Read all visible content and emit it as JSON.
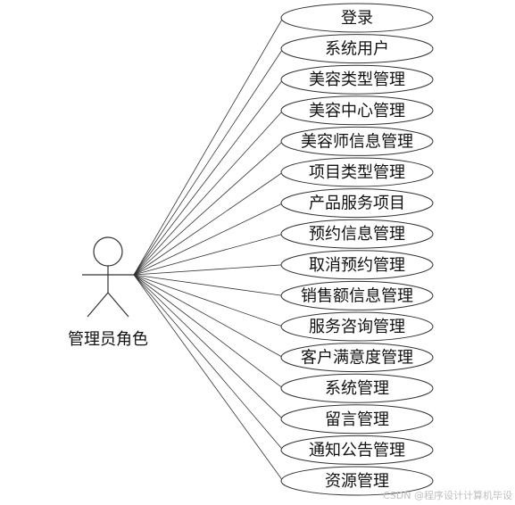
{
  "actor": {
    "name": "管理员角色",
    "icon": "stick-figure-actor-icon"
  },
  "use_cases": [
    "登录",
    "系统用户",
    "美容类型管理",
    "美容中心管理",
    "美容师信息管理",
    "项目类型管理",
    "产品服务项目",
    "预约信息管理",
    "取消预约管理",
    "销售额信息管理",
    "服务咨询管理",
    "客户满意度管理",
    "系统管理",
    "留言管理",
    "通知公告管理",
    "资源管理"
  ],
  "watermark": "CSDN @程序设计计算机毕设",
  "colors": {
    "stroke": "#333333",
    "text": "#111111",
    "watermark": "#bfbfbf",
    "background": "#ffffff"
  }
}
